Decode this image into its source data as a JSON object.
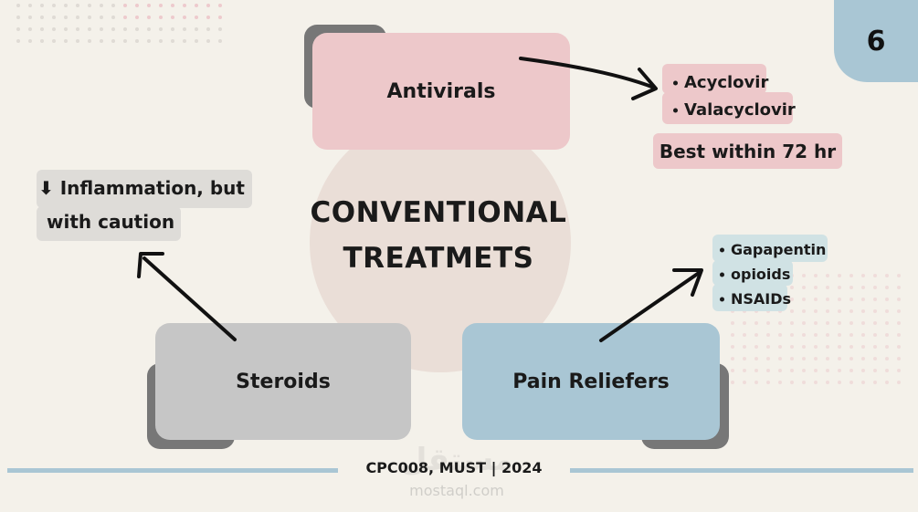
{
  "page_number": "6",
  "center": {
    "line1": "CONVENTIONAL",
    "line2": "TREATMETS"
  },
  "antivirals": {
    "label": "Antivirals",
    "drugs": [
      "Acyclovir",
      "Valacyclovir"
    ],
    "note": "Best within 72 hr"
  },
  "steroids": {
    "label": "Steroids",
    "note_arrow": "⬇",
    "note_line1": "Inflammation, but",
    "note_line2": "with caution"
  },
  "pain_reliefers": {
    "label": "Pain Reliefers",
    "drugs": [
      "Gapapentin",
      "opioids",
      "NSAIDs"
    ]
  },
  "footer": "CPC008, MUST | 2024",
  "watermark": "mostaql.com",
  "watermark_ar": "مستقل",
  "colors": {
    "background": "#f4f1ea",
    "pink": "#edc8ca",
    "blue": "#a9c6d4",
    "gray": "#c6c6c6",
    "shadow": "#7a7a7a",
    "circle": "#eaded7"
  }
}
